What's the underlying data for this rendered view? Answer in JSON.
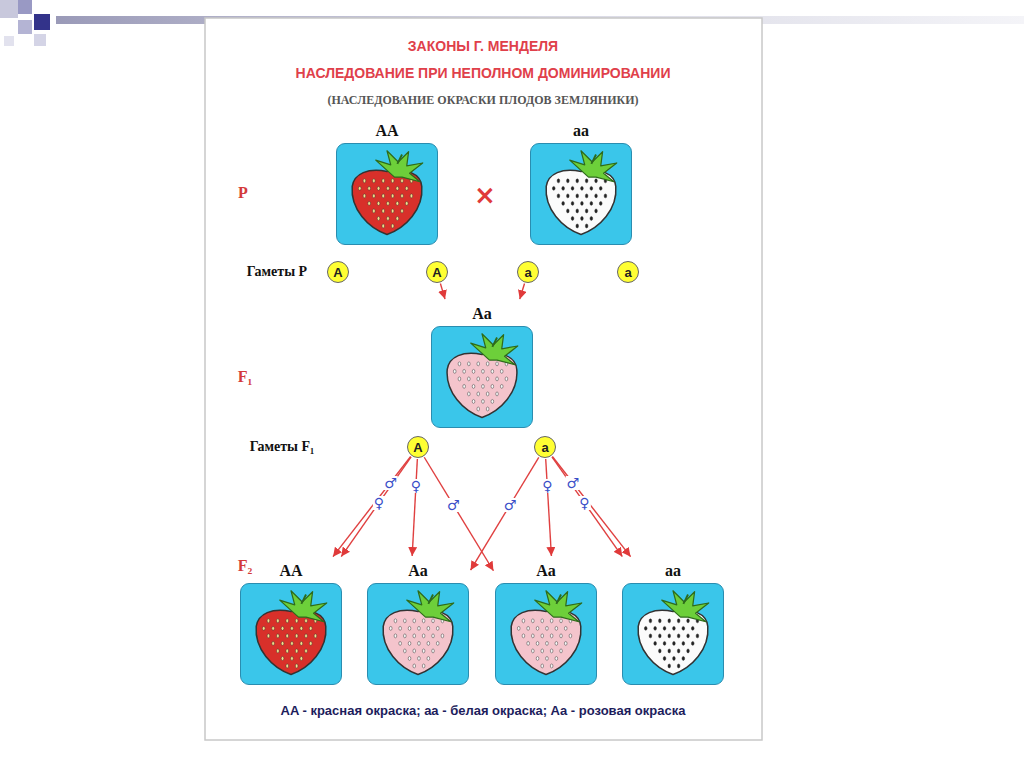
{
  "diagram": {
    "title": "ЗАКОНЫ Г. МЕНДЕЛЯ",
    "nodes": [
      {
        "text": [
          "AA"
        ]
      },
      {
        "text": [
          "aa"
        ]
      },
      {
        "text": [
          "A"
        ]
      },
      {
        "text": [
          "A"
        ]
      },
      {
        "text": [
          "a"
        ]
      },
      {
        "text": [
          "a"
        ]
      },
      {
        "text": [
          "Aa"
        ]
      },
      {
        "text": [
          "A"
        ]
      },
      {
        "text": [
          "a"
        ]
      },
      {
        "text": [
          "AA"
        ]
      },
      {
        "text": [
          "Aa"
        ]
      },
      {
        "text": [
          "Aa"
        ]
      },
      {
        "text": [
          "aa"
        ]
      }
    ],
    "edges": [
      {
        "from": 3,
        "to": 6,
        "arrow": "to"
      },
      {
        "from": 4,
        "to": 6,
        "arrow": "to"
      },
      {
        "from": 7,
        "to": 9,
        "arrow": "to",
        "label": "♂"
      },
      {
        "from": 7,
        "to": 9,
        "arrow": "to",
        "label": "♀"
      },
      {
        "from": 7,
        "to": 10,
        "arrow": "to",
        "label": "♀"
      },
      {
        "from": 7,
        "to": 11,
        "arrow": "to",
        "label": "♂"
      },
      {
        "from": 8,
        "to": 10,
        "arrow": "to",
        "label": "♂"
      },
      {
        "from": 8,
        "to": 11,
        "arrow": "to",
        "label": "♀"
      },
      {
        "from": 8,
        "to": 12,
        "arrow": "to",
        "label": "♀"
      },
      {
        "from": 8,
        "to": 12,
        "arrow": "to",
        "label": "♂"
      }
    ],
    "labels": [
      "НАСЛЕДОВАНИЕ ПРИ НЕПОЛНОМ ДОМИНИРОВАНИИ",
      "(НАСЛЕДОВАНИЕ ОКРАСКИ ПЛОДОВ ЗЕМЛЯНИКИ)",
      "P",
      "×",
      "Гаметы P",
      "F₁",
      "Гаметы F₁",
      "F₂",
      "AA - красная окраска; aa - белая окраска; Aa - розовая окраска"
    ]
  }
}
